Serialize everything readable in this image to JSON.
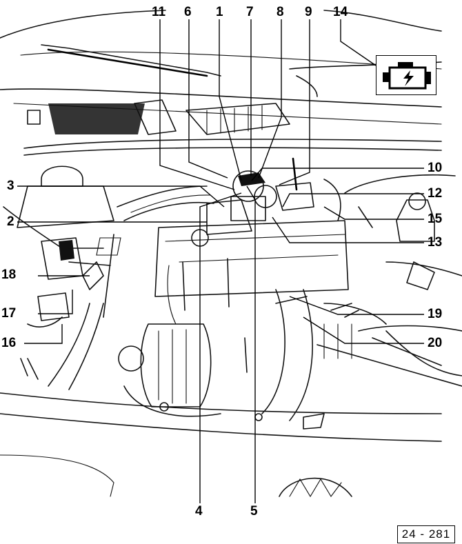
{
  "callouts": [
    {
      "id": "11",
      "text": "11"
    },
    {
      "id": "6",
      "text": "6"
    },
    {
      "id": "1",
      "text": "1"
    },
    {
      "id": "7",
      "text": "7"
    },
    {
      "id": "8",
      "text": "8"
    },
    {
      "id": "9",
      "text": "9"
    },
    {
      "id": "14",
      "text": "14"
    },
    {
      "id": "10",
      "text": "10"
    },
    {
      "id": "3",
      "text": "3"
    },
    {
      "id": "12",
      "text": "12"
    },
    {
      "id": "2",
      "text": "2"
    },
    {
      "id": "15",
      "text": "15"
    },
    {
      "id": "13",
      "text": "13"
    },
    {
      "id": "18",
      "text": "18"
    },
    {
      "id": "19",
      "text": "19"
    },
    {
      "id": "17",
      "text": "17"
    },
    {
      "id": "20",
      "text": "20"
    },
    {
      "id": "16",
      "text": "16"
    },
    {
      "id": "4",
      "text": "4"
    },
    {
      "id": "5",
      "text": "5"
    }
  ],
  "figure_reference": "24 - 281",
  "icon": "engine-warning-icon"
}
